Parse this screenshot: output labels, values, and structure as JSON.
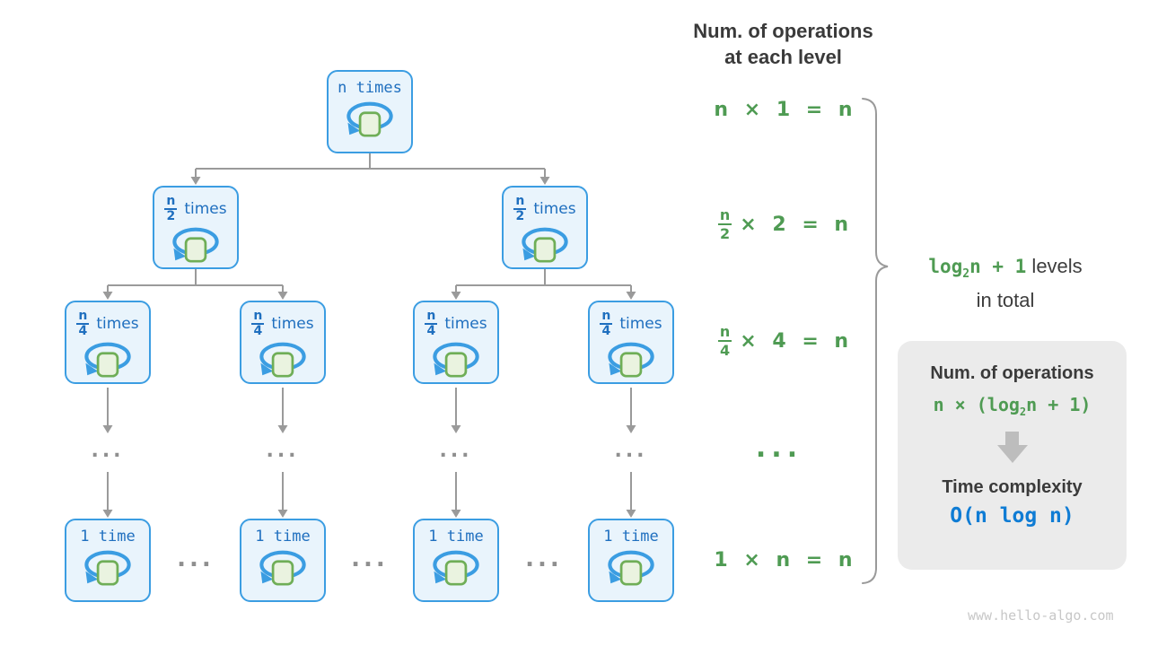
{
  "header": {
    "line1": "Num. of operations",
    "line2": "at each level"
  },
  "tree": {
    "root_label": "n times",
    "half_num": "n",
    "half_den": "2",
    "half_suffix": "times",
    "quarter_num": "n",
    "quarter_den": "4",
    "quarter_suffix": "times",
    "leaf_label": "1 time",
    "ellipsis": "..."
  },
  "equations": {
    "level1": "n × 1 = n",
    "level2_num": "n",
    "level2_den": "2",
    "level2_rest": "× 2 = n",
    "level3_num": "n",
    "level3_den": "4",
    "level3_rest": "× 4 = n",
    "dots": "...",
    "leaf": "1 × n = n"
  },
  "brace": {
    "green_prefix": "log",
    "green_sub": "2",
    "green_suffix": "n + 1",
    "levels_text": " levels",
    "line2": "in total"
  },
  "summary": {
    "ops_title": "Num. of operations",
    "ops_prefix": "n × (log",
    "ops_sub": "2",
    "ops_suffix": "n + 1)",
    "tc_title": "Time complexity",
    "tc_value": "O(n log n)"
  },
  "watermark": "www.hello-algo.com",
  "colors": {
    "node_border": "#3b9de2",
    "node_fill": "#e9f4fc",
    "node_text": "#1f6fbf",
    "loop_blue": "#3b9de2",
    "square_fill": "#eaf3e0",
    "square_border": "#6fae57",
    "green": "#4f9b53",
    "connector_gray": "#9a9a9a",
    "dark_text": "#3a3a3a",
    "complexity_blue": "#0f7cd4",
    "box_bg": "#ebebeb"
  }
}
